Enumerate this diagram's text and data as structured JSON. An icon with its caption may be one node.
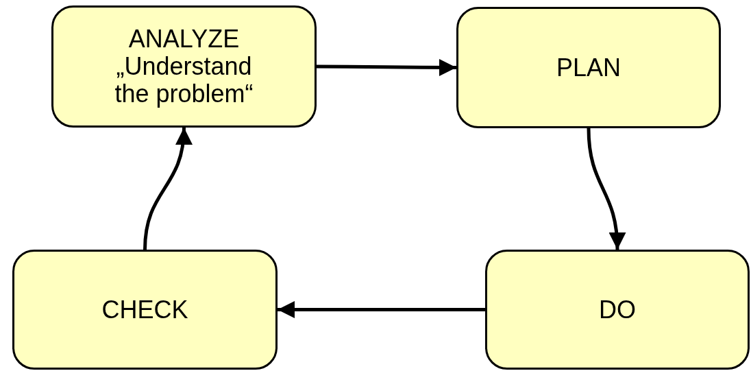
{
  "diagram": {
    "nodes": [
      {
        "text": [
          "ANALYZE",
          "„Understand the problem“"
        ]
      },
      {
        "text": [
          "PLAN"
        ]
      },
      {
        "text": [
          "DO"
        ]
      },
      {
        "text": [
          "CHECK"
        ]
      }
    ],
    "edges": [
      {
        "from": 0,
        "to": 1,
        "arrow": "to"
      },
      {
        "from": 1,
        "to": 2,
        "arrow": "to"
      },
      {
        "from": 2,
        "to": 3,
        "arrow": "to"
      },
      {
        "from": 3,
        "to": 0,
        "arrow": "to"
      }
    ]
  }
}
